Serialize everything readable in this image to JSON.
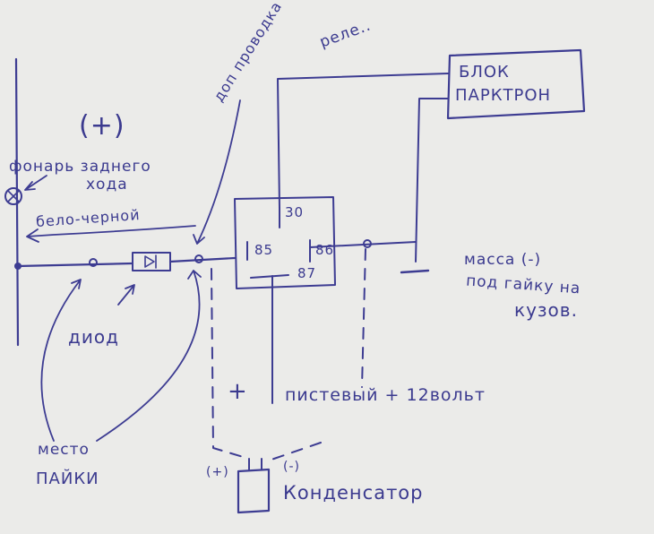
{
  "colors": {
    "ink": "#3d3c92",
    "paper": "#ebebe9"
  },
  "labels": {
    "dop_wiring": "доп проводка",
    "relay_word": "реле..",
    "parktronic_block_line1": "БЛОК",
    "parktronic_block_line2": "ПАРКТРОН",
    "plus_sign": "(+)",
    "reverse_light_line1": "фонарь заднего",
    "reverse_light_line2": "хода",
    "white_black": "бело-черной",
    "diode": "диод",
    "solder_line1": "место",
    "solder_line2": "ПАЙКИ",
    "ground_line1": "масса (-)",
    "ground_line2": "под гайку на",
    "ground_line3": "кузов.",
    "violet_12v": "пистевый + 12вольт",
    "plus_small": "+",
    "cap_plus": "(+)",
    "cap_minus": "(-)",
    "capacitor": "Конденсатор",
    "relay_pin_30": "30",
    "relay_pin_85": "85",
    "relay_pin_86": "86",
    "relay_pin_87": "87"
  },
  "icons": {
    "lamp": "lamp-icon",
    "diode": "diode-icon",
    "relay": "relay-icon",
    "capacitor": "capacitor-icon"
  }
}
